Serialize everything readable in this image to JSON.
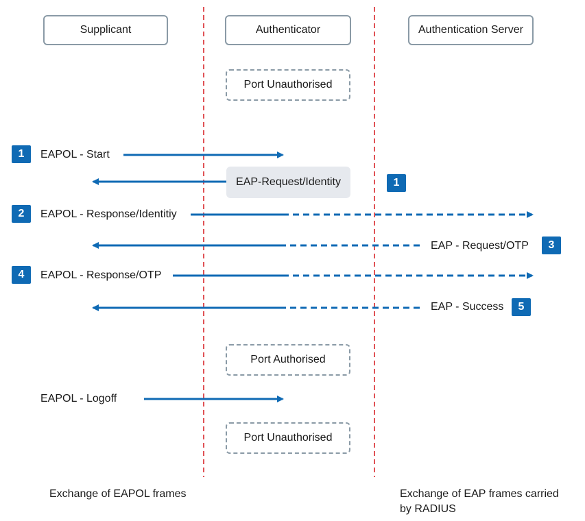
{
  "actors": {
    "supplicant": "Supplicant",
    "authenticator": "Authenticator",
    "server": "Authentication Server"
  },
  "states": {
    "unauthorised_1": "Port Unauthorised",
    "authorised": "Port Authorised",
    "unauthorised_2": "Port Unauthorised"
  },
  "messages": {
    "eapol_start": "EAPOL - Start",
    "eap_request_identity": "EAP-Request/Identity",
    "eapol_response_identity": "EAPOL - Response/Identitiy",
    "eap_request_otp": "EAP - Request/OTP",
    "eapol_response_otp": "EAPOL - Response/OTP",
    "eap_success": "EAP - Success",
    "eapol_logoff": "EAPOL - Logoff"
  },
  "badges": {
    "b1a": "1",
    "b1b": "1",
    "b2": "2",
    "b3": "3",
    "b4": "4",
    "b5": "5"
  },
  "footer": {
    "left": "Exchange of EAPOL frames",
    "right_line1": "Exchange of EAP frames carried",
    "right_line2": "by RADIUS"
  },
  "colors": {
    "arrow": "#0f6ab4",
    "divider": "#d9262b",
    "badge": "#0f6ab4",
    "box_border": "#8a9aa6"
  }
}
